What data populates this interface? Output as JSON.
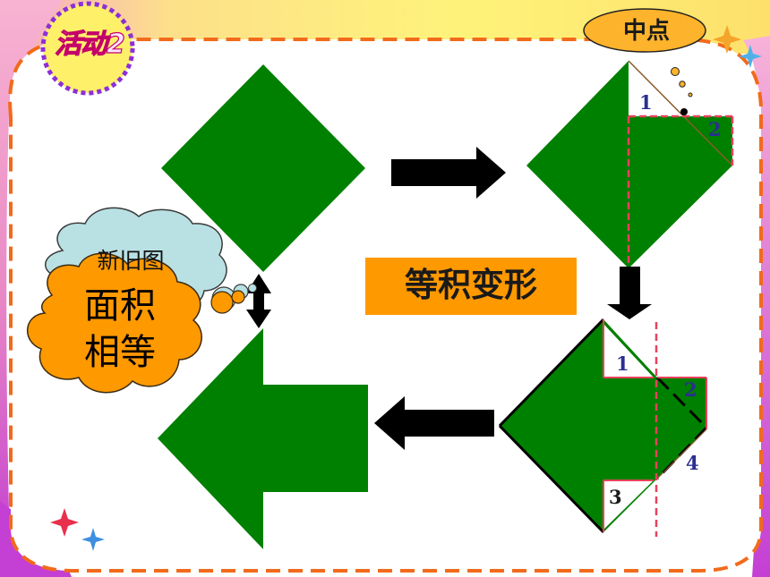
{
  "activity_badge": "活动2",
  "midpoint_label": "中点",
  "concept_banner": "等积变形",
  "old_new_cloud_text": "新旧图",
  "equal_area_cloud_text": [
    "面积",
    "相等"
  ],
  "piece_labels": {
    "top_diamond": [
      "1",
      "2"
    ],
    "arrow_shape": [
      "1",
      "2",
      "4",
      "3"
    ]
  },
  "colors": {
    "shape_fill": "#008000",
    "frame_dash": "#f26a1b",
    "banner_fill": "#ff9900",
    "cloud_orange": "#ff9900",
    "cloud_blue": "#b9e1e4",
    "guide_dash": "#e8415c",
    "arrow_fill": "#000000"
  }
}
